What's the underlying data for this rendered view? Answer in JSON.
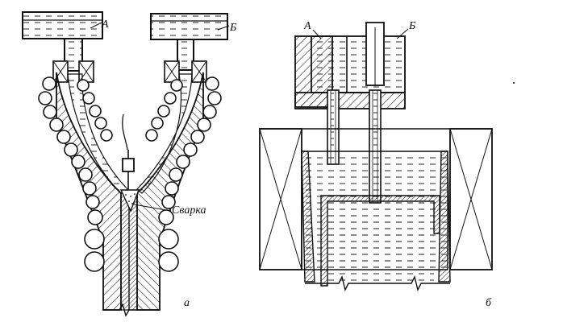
{
  "figure": {
    "left_panel": {
      "label_a": "А",
      "label_b": "Б",
      "weld_label": "Сварка",
      "panel_label": "а"
    },
    "right_panel": {
      "label_a": "А",
      "label_b": "Б",
      "panel_label": "б"
    }
  }
}
